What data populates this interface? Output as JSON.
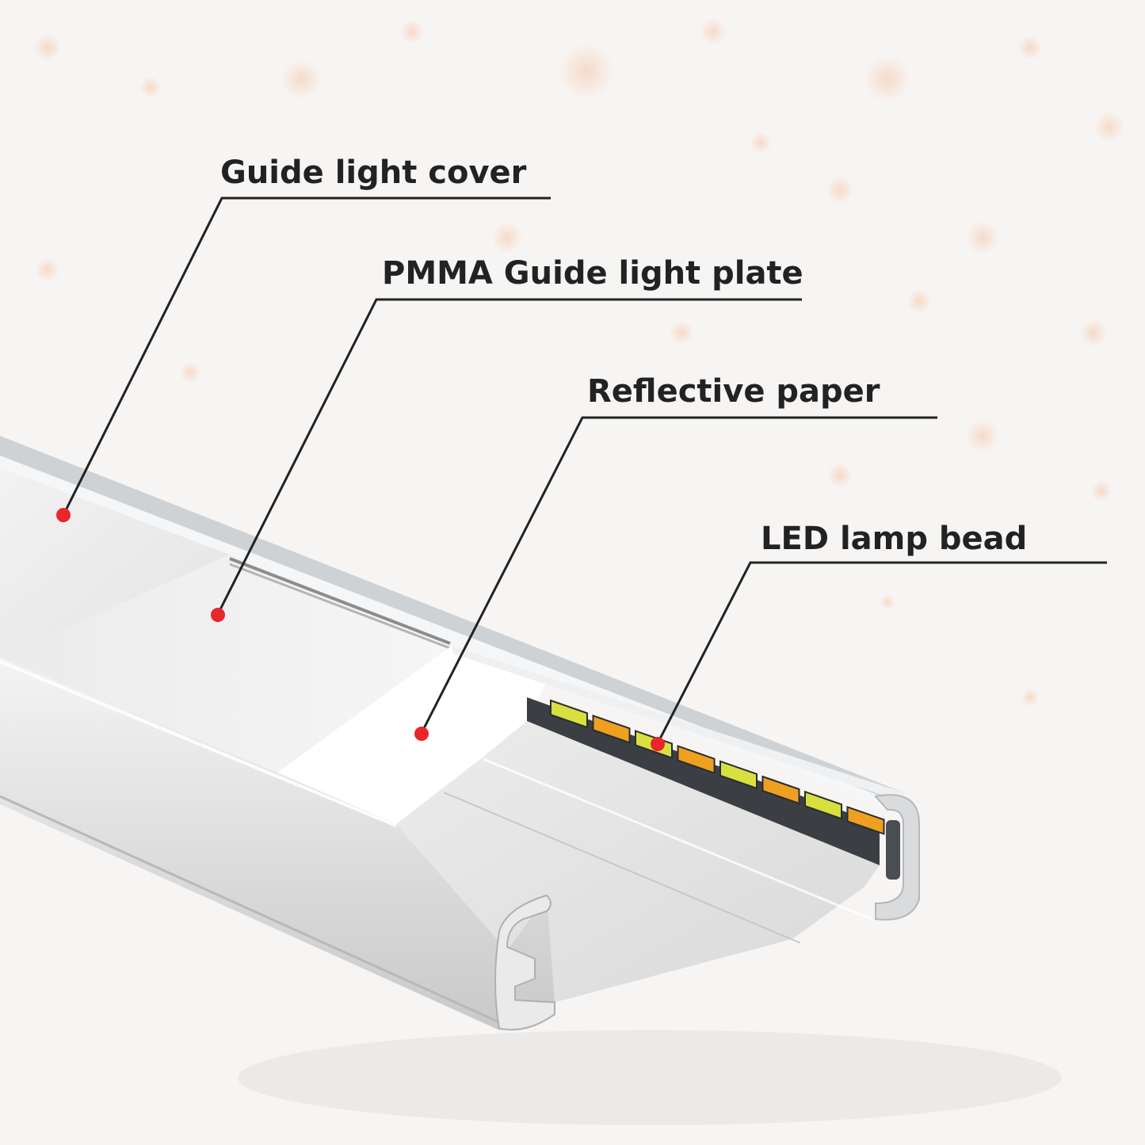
{
  "callouts": {
    "guide_light_cover": "Guide light cover",
    "pmma_plate": "PMMA Guide light plate",
    "reflective_paper": "Reflective paper",
    "led_bead": "LED lamp bead"
  },
  "colors": {
    "marker": "#e8262b",
    "text": "#222222",
    "aluminum": "#e3e3e3",
    "led_amber": "#f0a020",
    "led_yellow": "#d8e040",
    "bokeh": "#f6c4a4"
  },
  "led_pattern": [
    "yellow",
    "amber",
    "yellow",
    "amber",
    "yellow",
    "amber",
    "yellow",
    "amber"
  ]
}
